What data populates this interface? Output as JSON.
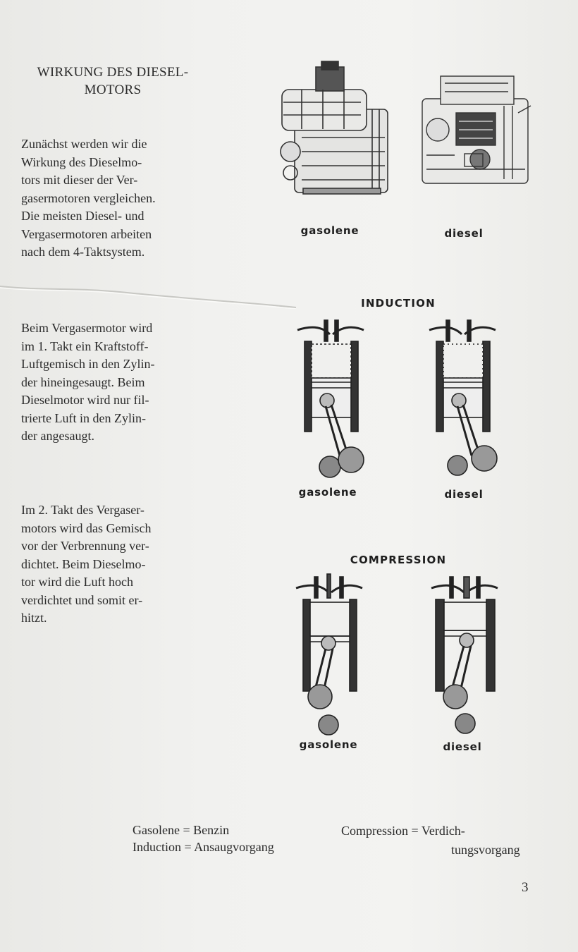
{
  "heading": {
    "line1": "WIRKUNG DES DIESEL-",
    "line2": "MOTORS"
  },
  "paragraphs": [
    {
      "lines": [
        "Zunächst werden wir die",
        "Wirkung des Dieselmo-",
        "tors mit dieser der Ver-",
        "gasermotoren vergleichen.",
        "Die meisten Diesel- und",
        "Vergasermotoren arbeiten",
        "nach dem 4-Taktsystem."
      ]
    },
    {
      "lines": [
        "Beim Vergasermotor wird",
        "im 1. Takt ein Kraftstoff-",
        "Luftgemisch in den Zylin-",
        "der hineingesaugt. Beim",
        "Dieselmotor wird nur fil-",
        "trierte Luft in den Zylin-",
        "der angesaugt."
      ]
    },
    {
      "lines": [
        "Im 2. Takt des Vergaser-",
        "motors wird das Gemisch",
        "vor der Verbrennung ver-",
        "dichtet. Beim Dieselmo-",
        "tor wird die Luft hoch",
        "verdichtet und somit er-",
        "hitzt."
      ]
    }
  ],
  "figures": {
    "engines": {
      "left_caption": "gasolene",
      "right_caption": "diesel"
    },
    "induction": {
      "title": "INDUCTION",
      "left_caption": "gasolene",
      "right_caption": "diesel"
    },
    "compression": {
      "title": "COMPRESSION",
      "left_caption": "gasolene",
      "right_caption": "diesel"
    }
  },
  "legend": {
    "gasolene": "Gasolene = Benzin",
    "induction": "Induction = Ansaugvorgang",
    "compression_line1": "Compression = Verdich-",
    "compression_line2": "tungsvorgang"
  },
  "page_number": "3",
  "colors": {
    "paper": "#f1f1ef",
    "ink": "#2a2a2a"
  }
}
